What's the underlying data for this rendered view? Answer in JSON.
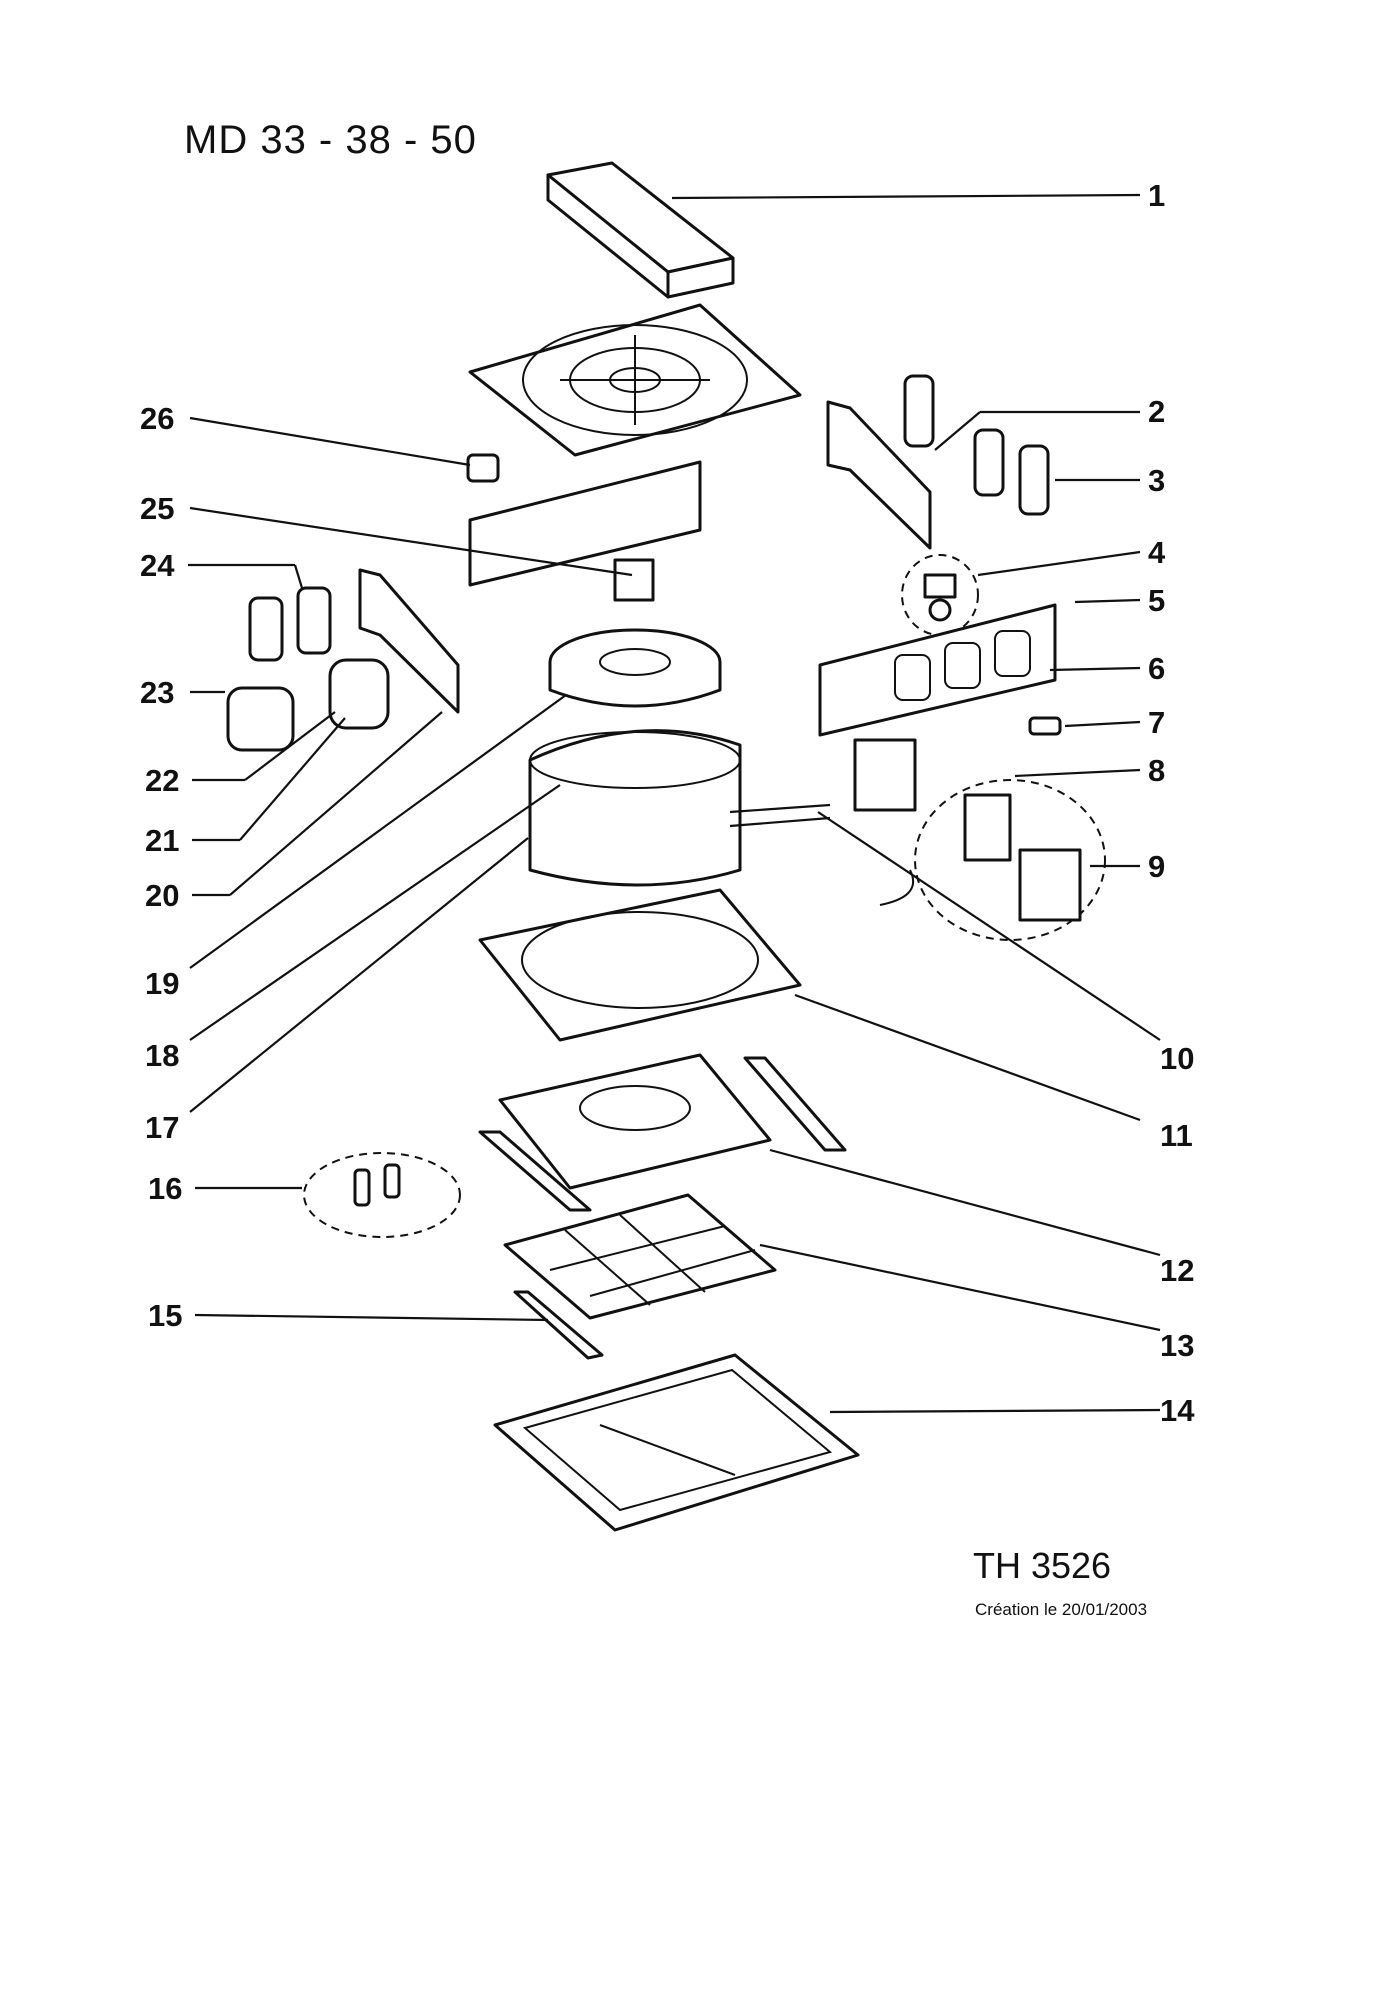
{
  "header": {
    "model_title": "MD 33 - 38 - 50"
  },
  "footer": {
    "drawing_ref": "TH 3526",
    "creation_date": "Création le 20/01/2003"
  },
  "callouts": [
    "1",
    "2",
    "3",
    "4",
    "5",
    "6",
    "7",
    "8",
    "9",
    "10",
    "11",
    "12",
    "13",
    "14",
    "15",
    "16",
    "17",
    "18",
    "19",
    "20",
    "21",
    "22",
    "23",
    "24",
    "25",
    "26"
  ]
}
